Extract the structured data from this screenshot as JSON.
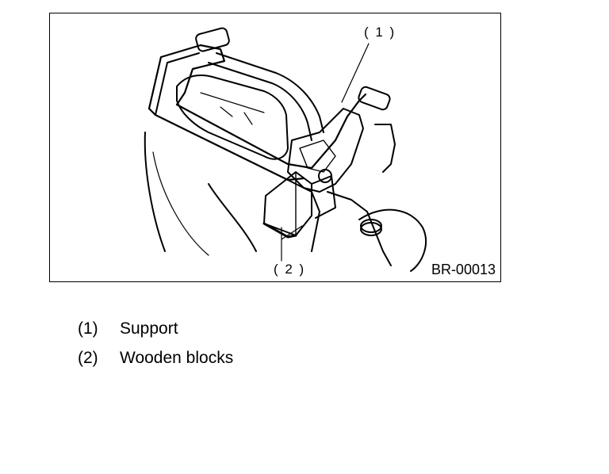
{
  "figure": {
    "callouts": [
      {
        "label": "( 1 )"
      },
      {
        "label": "( 2 )"
      }
    ],
    "code": "BR-00013"
  },
  "legend": [
    {
      "number": "(1)",
      "text": "Support"
    },
    {
      "number": "(2)",
      "text": "Wooden blocks"
    }
  ]
}
